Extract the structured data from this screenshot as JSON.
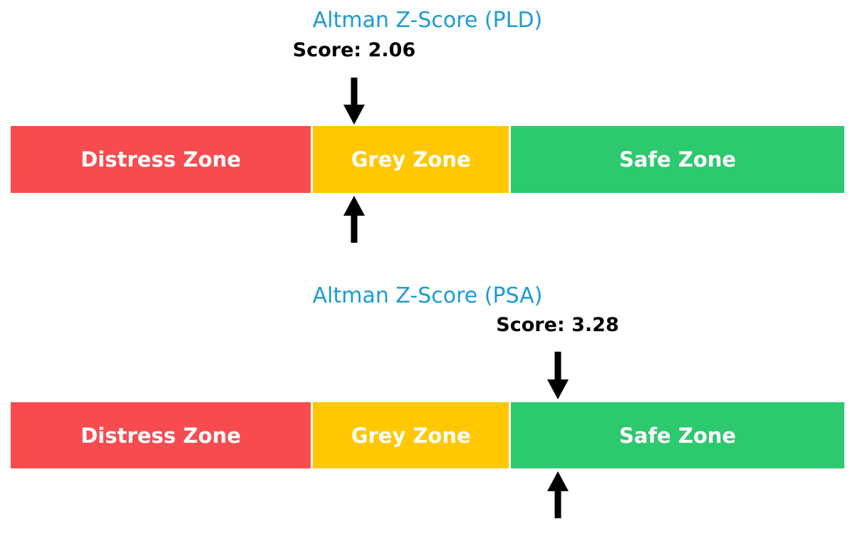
{
  "colors": {
    "title_blue": "#1E9BD2",
    "distress_red": "#F84B4F",
    "grey_yellow": "#FFC800",
    "safe_green": "#2DC96F",
    "arrow_black": "#000000",
    "zone_label_white": "#FFFFFF",
    "background": "#FFFFFF"
  },
  "chart_data": [
    {
      "type": "bar",
      "title": "Altman Z-Score (PLD)",
      "score": 2.06,
      "score_label": "Score: 2.06",
      "scale": {
        "min": 0,
        "max": 5
      },
      "zones": [
        {
          "name": "Distress Zone",
          "from": 0,
          "to": 1.81,
          "color": "#F84B4F"
        },
        {
          "name": "Grey Zone",
          "from": 1.81,
          "to": 2.99,
          "color": "#FFC800"
        },
        {
          "name": "Safe Zone",
          "from": 2.99,
          "to": 5,
          "color": "#2DC96F"
        }
      ],
      "markers": [
        {
          "shape": "down-arrow",
          "position": "above-bar",
          "at_score": 2.06
        },
        {
          "shape": "up-arrow",
          "position": "below-bar",
          "at_score": 2.06
        }
      ],
      "legend": "none",
      "grid": false
    },
    {
      "type": "bar",
      "title": "Altman Z-Score (PSA)",
      "score": 3.28,
      "score_label": "Score: 3.28",
      "scale": {
        "min": 0,
        "max": 5
      },
      "zones": [
        {
          "name": "Distress Zone",
          "from": 0,
          "to": 1.81,
          "color": "#F84B4F"
        },
        {
          "name": "Grey Zone",
          "from": 1.81,
          "to": 2.99,
          "color": "#FFC800"
        },
        {
          "name": "Safe Zone",
          "from": 2.99,
          "to": 5,
          "color": "#2DC96F"
        }
      ],
      "markers": [
        {
          "shape": "down-arrow",
          "position": "above-bar",
          "at_score": 3.28
        },
        {
          "shape": "up-arrow",
          "position": "below-bar",
          "at_score": 3.28
        }
      ],
      "legend": "none",
      "grid": false
    }
  ]
}
